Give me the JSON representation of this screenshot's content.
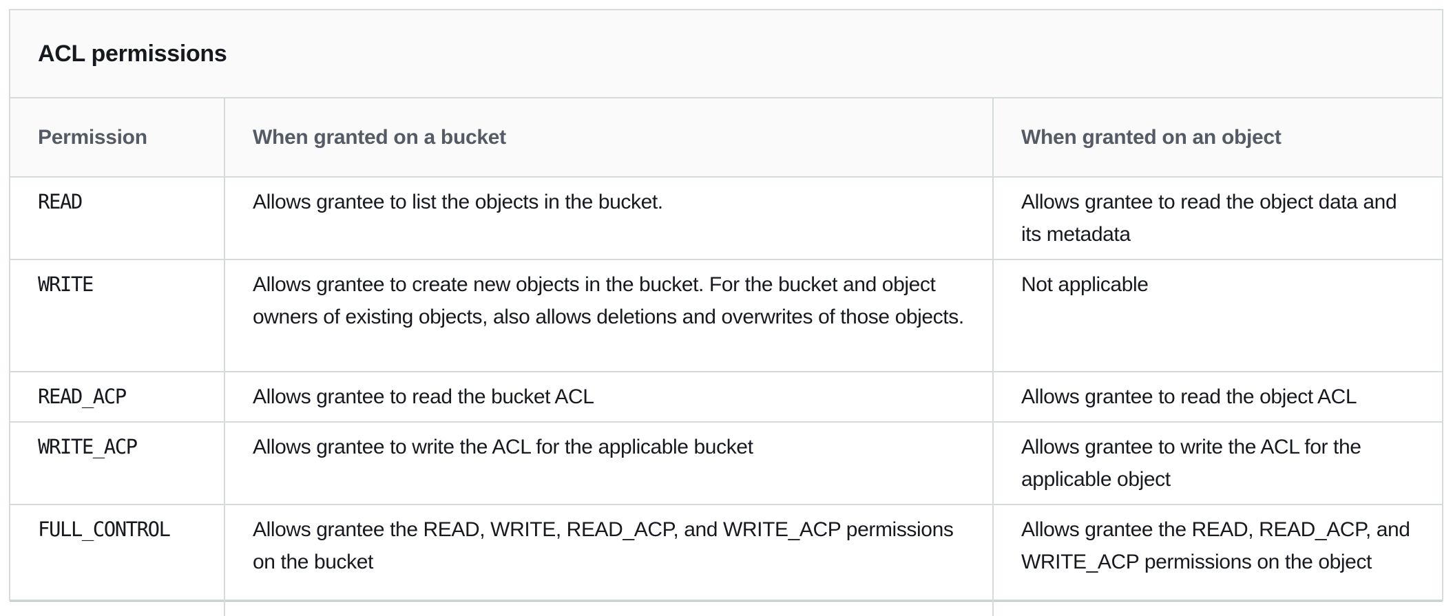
{
  "table": {
    "title": "ACL permissions",
    "columns": [
      "Permission",
      "When granted on a bucket",
      "When granted on an object"
    ],
    "rows": [
      {
        "permission": "READ",
        "bucket": "Allows grantee to list the objects in the bucket.",
        "object": "Allows grantee to read the object data and its metadata"
      },
      {
        "permission": "WRITE",
        "bucket": "Allows grantee to create new objects in the bucket. For the bucket and object owners of existing objects, also allows deletions and overwrites of those objects.",
        "object": "Not applicable"
      },
      {
        "permission": "READ_ACP",
        "bucket": "Allows grantee to read the bucket ACL",
        "object": "Allows grantee to read the object ACL"
      },
      {
        "permission": "WRITE_ACP",
        "bucket": "Allows grantee to write the ACL for the applicable bucket",
        "object": "Allows grantee to write the ACL for the applicable object"
      },
      {
        "permission": "FULL_CONTROL",
        "bucket": "Allows grantee the READ, WRITE, READ_ACP, and WRITE_ACP permissions on the bucket",
        "object": "Allows grantee the READ, READ_ACP, and WRITE_ACP permissions on the object"
      }
    ]
  }
}
